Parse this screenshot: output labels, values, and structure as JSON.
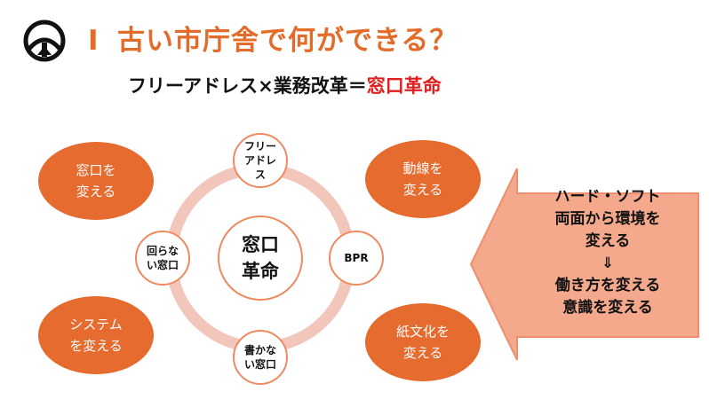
{
  "header": {
    "number": "I",
    "title": "古い市庁舎で何ができる？",
    "subtitle_main": "フリーアドレス×業務改革＝",
    "subtitle_accent": "窓口革命"
  },
  "colors": {
    "accent": "#e46c2b",
    "highlight_red": "#e02020",
    "ring": "#f2c6bb",
    "arrow_fill": "#f4a98c"
  },
  "diagram": {
    "center": "窓口\n革命",
    "nodes": {
      "top": "フリー\nアドレ\nス",
      "right": "BPR",
      "bottom": "書かな\nい窓口",
      "left": "回らな\nい窓口"
    },
    "blobs": {
      "top_left": "窓口を\n変える",
      "top_right": "動線を\n変える",
      "bottom_left": "システム\nを変える",
      "bottom_right": "紙文化を\n変える"
    },
    "arrow_text": "ハード・ソフト\n両面から環境を\n変える\n⇓\n働き方を変える\n意識を変える"
  }
}
